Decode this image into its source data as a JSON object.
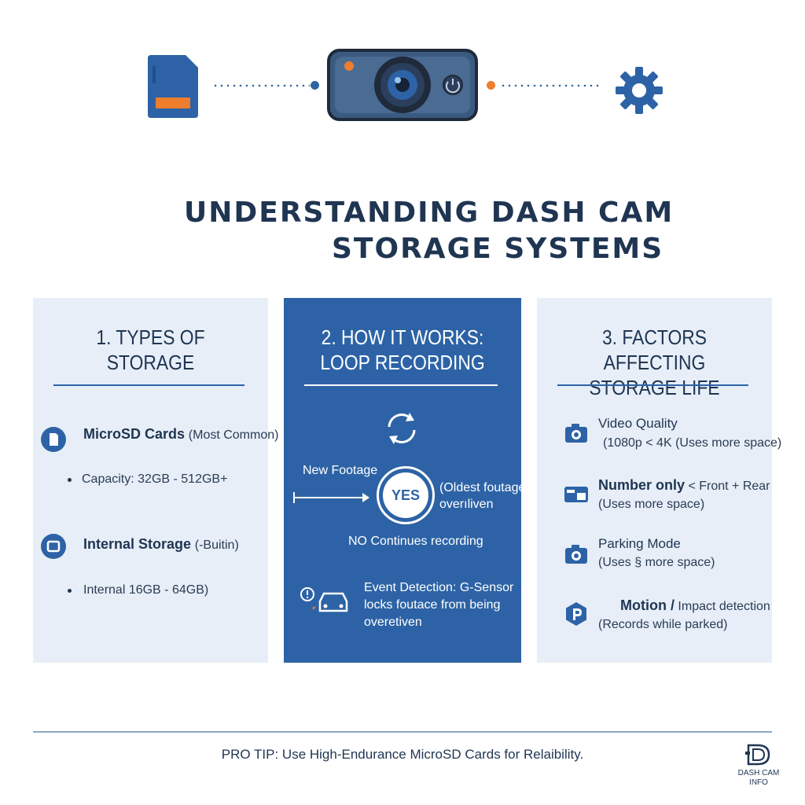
{
  "title": {
    "line1": "UNDERSTANDING DASH CAM",
    "line2": "STORAGE SYSTEMS"
  },
  "colors": {
    "navy": "#1f3552",
    "blue": "#2d63a6",
    "light_panel": "#e7eef7",
    "orange": "#ef7d2e"
  },
  "hero_icons": [
    "sd-card-icon",
    "dash-camera-icon",
    "gear-icon"
  ],
  "panel1": {
    "title_line1": "1. TYPES OF",
    "title_line2": "STORAGE",
    "items": [
      {
        "icon": "sd-card-icon",
        "label": "MicroSD Cards",
        "note": "(Most Common)",
        "bullet": "Capacity: 32GB - 512GB+"
      },
      {
        "icon": "chip-icon",
        "label": "Internal Storage",
        "note": "(-Buitin)",
        "bullet": "Internal 16GB - 64GB)"
      }
    ]
  },
  "panel2": {
    "title_line1": "2. HOW IT WORKS:",
    "title_line2": "LOOP RECORDING",
    "new_footage": "New Footage",
    "yes": "YES",
    "oldest_line1": "(Oldest foutage",
    "oldest_line2": "overıliven",
    "no_text": "NO Continues recording",
    "event_line1": "Event Detection: G-Sensor",
    "event_line2": "locks foutace from being",
    "event_line3": "overetiven"
  },
  "panel3": {
    "title_line1": "3. FACTORS AFFECTING",
    "title_line2": "STORAGE LIFE",
    "items": [
      {
        "icon": "camera-icon",
        "label": "Video Quality",
        "sub": "(1080p < 4K (Uses more space)"
      },
      {
        "icon": "dual-camera-icon",
        "label": "Number only",
        "label_rest": " < Front + Rear",
        "sub": "(Uses more space)"
      },
      {
        "icon": "camera-icon",
        "label": "Parking Mode",
        "sub": "(Uses § more space)"
      },
      {
        "icon": "parking-icon",
        "label": "Motion /",
        "label_rest": "  Impact detection",
        "sub": "(Records while parked)"
      }
    ]
  },
  "footer": {
    "tip": "PRO TIP: Use High-Endurance MicroSD Cards for Relaibility.",
    "logo_line1": "DASH CAM",
    "logo_line2": "INFO"
  }
}
